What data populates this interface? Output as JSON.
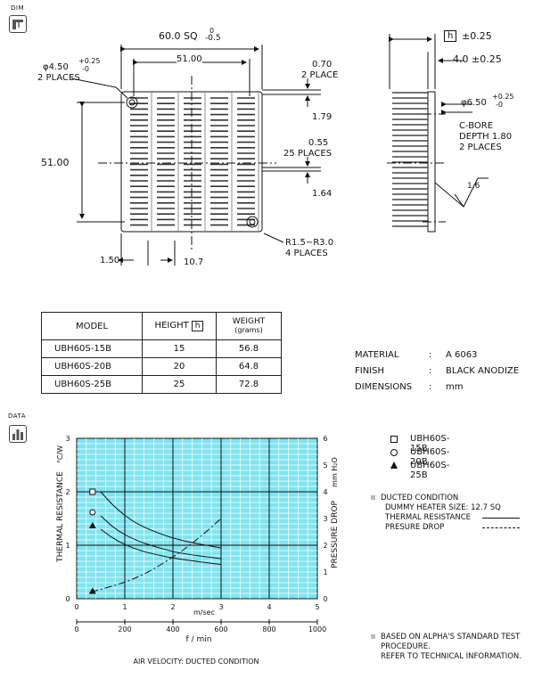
{
  "badges": {
    "dim": "DIM",
    "data": "DATA",
    "dim_icon": "caliper-icon",
    "data_icon": "bar-chart-icon"
  },
  "drawing": {
    "overall": "60.0 SQ",
    "overall_tol_upper": "0",
    "overall_tol_lower": "-0.5",
    "width": "51.00",
    "height": "51.00",
    "hole_dia": "φ4.50",
    "hole_tol_upper": "+0.25",
    "hole_tol_lower": "-0",
    "hole_qty": "2 PLACES",
    "dim_070": "0.70",
    "dim_070_qty": "2 PLACE",
    "dim_179": "1.79",
    "dim_055": "0.55",
    "dim_055_qty": "25 PLACES",
    "dim_164": "1.64",
    "radius": "R1.5∼R3.0",
    "radius_qty": "4 PLACES",
    "dim_150": "1.50",
    "dim_107": "10.7",
    "h_label": "h",
    "h_tol": "±0.25",
    "dim_40": "4.0 ±0.25",
    "cbore_dia": "φ6.50",
    "cbore_tol_upper": "+0.25",
    "cbore_tol_lower": "-0",
    "cbore_1": "C-BORE",
    "cbore_2": "DEPTH 1.80",
    "cbore_3": "2 PLACES",
    "finish_mark": "1.6"
  },
  "table": {
    "headers": {
      "model": "MODEL",
      "height": "HEIGHT",
      "height_box": "h",
      "weight": "WEIGHT",
      "weight_unit": "(grams)"
    },
    "rows": [
      {
        "model": "UBH60S-15B",
        "height": "15",
        "weight": "56.8"
      },
      {
        "model": "UBH60S-20B",
        "height": "20",
        "weight": "64.8"
      },
      {
        "model": "UBH60S-25B",
        "height": "25",
        "weight": "72.8"
      }
    ]
  },
  "material": {
    "material_label": "MATERIAL",
    "material_value": "A 6063",
    "finish_label": "FINISH",
    "finish_value": "BLACK ANODIZE",
    "dims_label": "DIMENSIONS",
    "dims_value": "mm",
    "colon": ":"
  },
  "chart_data": {
    "type": "line",
    "ylabel": "THERMAL RESISTANCE",
    "ylabel_unit": "°C/W",
    "y2label": "PRESSURE DROP",
    "y2label_unit": "mm H₂O",
    "xlabel": "m/sec",
    "x2label": "f / min",
    "footer": "AIR VELOCITY:  DUCTED CONDITION",
    "ylim": [
      0,
      3
    ],
    "y2lim": [
      0,
      6
    ],
    "xlim": [
      0,
      5
    ],
    "x2lim": [
      0,
      1000
    ],
    "y_ticks": [
      "0",
      "1",
      "2",
      "3"
    ],
    "y2_ticks": [
      "0",
      "1",
      "2",
      "3",
      "4",
      "5",
      "6"
    ],
    "x_ticks": [
      "0",
      "1",
      "2",
      "3",
      "4",
      "5"
    ],
    "x2_ticks": [
      "0",
      "200",
      "400",
      "600",
      "800",
      "1000"
    ],
    "series": [
      {
        "name": "UBH60S-15B",
        "marker": "square",
        "x": [
          0.5,
          0.8,
          1.2,
          1.7,
          2.2,
          3.0
        ],
        "y": [
          2.0,
          1.7,
          1.42,
          1.22,
          1.08,
          0.95
        ]
      },
      {
        "name": "UBH60S-20B",
        "marker": "circle",
        "x": [
          0.5,
          0.8,
          1.2,
          1.7,
          2.2,
          3.0
        ],
        "y": [
          1.55,
          1.3,
          1.1,
          0.95,
          0.84,
          0.75
        ]
      },
      {
        "name": "UBH60S-25B",
        "marker": "triangle",
        "x": [
          0.5,
          0.8,
          1.2,
          1.7,
          2.2,
          3.0
        ],
        "y": [
          1.3,
          1.1,
          0.93,
          0.81,
          0.73,
          0.64
        ]
      }
    ],
    "pressure_drop": {
      "x": [
        0.3,
        1.0,
        1.5,
        2.0,
        2.5,
        3.0
      ],
      "y": [
        0.25,
        0.6,
        1.0,
        1.55,
        2.2,
        3.0
      ]
    }
  },
  "legend": {
    "items": [
      "UBH60S-15B",
      "UBH60S-20B",
      "UBH60S-25B"
    ],
    "condition_title": "DUCTED CONDITION",
    "heater": "DUMMY HEATER SIZE: 12.7 SQ",
    "thermal": "THERMAL RESISTANCE",
    "pressure": "PRESURE DROP"
  },
  "note": {
    "line1": "BASED ON ALPHA'S STANDARD TEST",
    "line2": "PROCEDURE.",
    "line3": "REFER TO TECHNICAL INFORMATION."
  }
}
